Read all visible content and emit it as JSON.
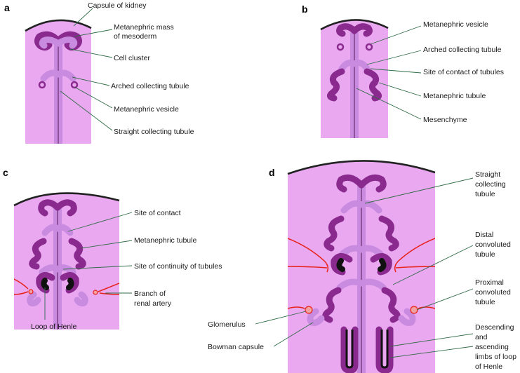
{
  "panels": {
    "a": {
      "letter": "a",
      "labels": {
        "capsule": "Capsule of kidney",
        "mass_line1": "Metanephric mass",
        "mass_line2": "of mesoderm",
        "cell_cluster": "Cell cluster",
        "arched": "Arched collecting tubule",
        "vesicle": "Metanephric vesicle",
        "straight": "Straight collecting tubule"
      }
    },
    "b": {
      "letter": "b",
      "labels": {
        "vesicle": "Metanephric vesicle",
        "arched": "Arched collecting tubule",
        "contact": "Site of contact of tubules",
        "tubule": "Metanephric tubule",
        "mesenchyme": "Mesenchyme"
      }
    },
    "c": {
      "letter": "c",
      "labels": {
        "contact": "Site of contact",
        "tubule": "Metanephric tubule",
        "continuity": "Site of continuity of tubules",
        "branch_line1": "Branch of",
        "branch_line2": "renal artery",
        "henle": "Loop of Henle"
      }
    },
    "d": {
      "letter": "d",
      "labels": {
        "straight_line1": "Straight",
        "straight_line2": "collecting",
        "straight_line3": "tubule",
        "distal_line1": "Distal",
        "distal_line2": "convoluted",
        "distal_line3": "tubule",
        "proximal_line1": "Proximal",
        "proximal_line2": "convoluted",
        "proximal_line3": "tubule",
        "glomerulus": "Glomerulus",
        "bowman": "Bowman capsule",
        "limbs_line1": "Descending",
        "limbs_line2": "and",
        "limbs_line3": "ascending",
        "limbs_line4": "limbs of loop",
        "limbs_line5": "of Henle"
      }
    }
  },
  "colors": {
    "tissue": "#e9a8f0",
    "tubule_light": "#c98be0",
    "tubule_dark": "#8a2a8e",
    "artery": "#e8221a",
    "leader": "#2f6b45"
  }
}
